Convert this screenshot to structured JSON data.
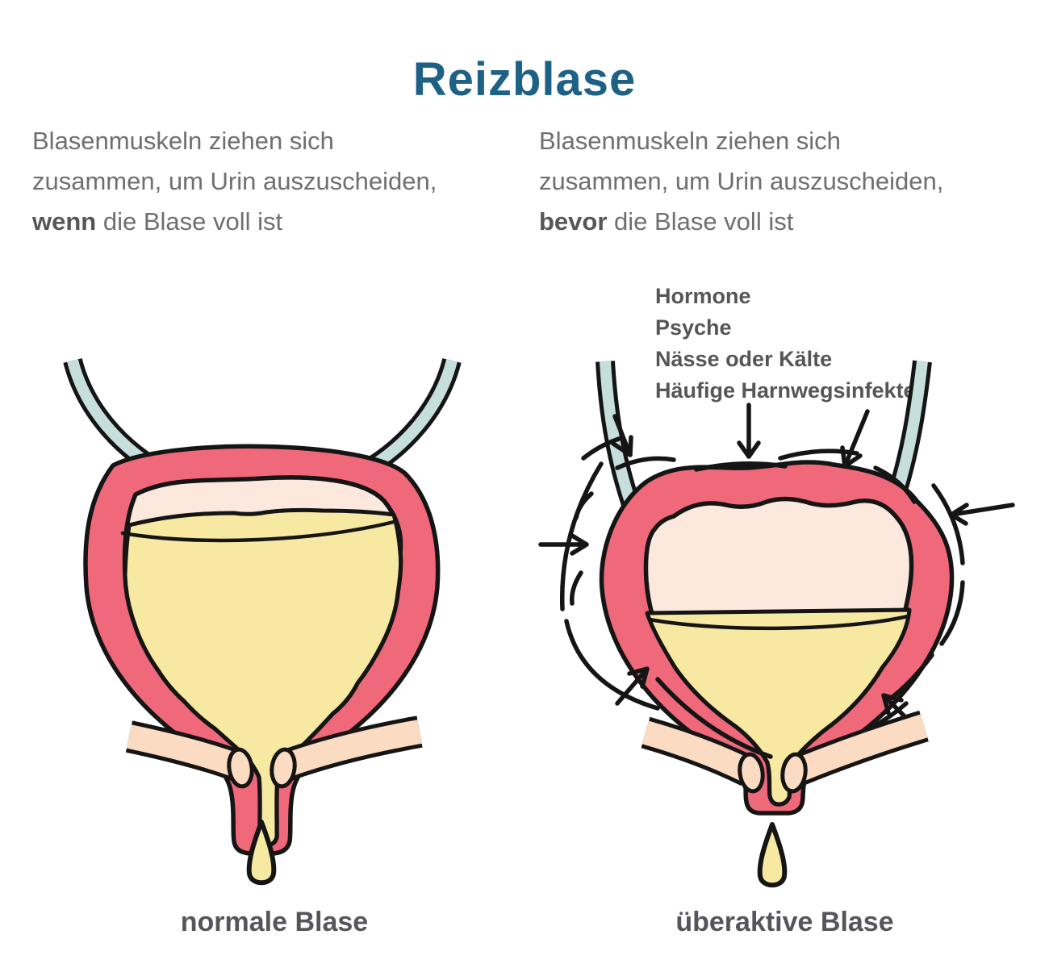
{
  "title": "Reizblase",
  "intro_left": {
    "line1": "Blasenmuskeln ziehen sich",
    "line2": "zusammen, um Urin auszuscheiden,",
    "emphasis": "wenn",
    "line3_rest": "die Blase voll ist"
  },
  "intro_right": {
    "line1": "Blasenmuskeln ziehen sich",
    "line2": "zusammen, um Urin auszuscheiden,",
    "emphasis": "bevor",
    "line3_rest": "die Blase voll ist"
  },
  "triggers": {
    "items": [
      "Hormone",
      "Psyche",
      "Nässe oder Kälte",
      "Häufige Harnwegsinfekte"
    ]
  },
  "captions": {
    "left": "normale Blase",
    "right": "überaktive Blase"
  },
  "colors": {
    "title": "#1d6187",
    "body_text": "#6f6f6f",
    "emphasis_text": "#565656",
    "caption_text": "#55565a",
    "outline": "#151515",
    "bladder_wall": "#f0697a",
    "urine": "#f8e9a2",
    "empty_space": "#fce8dd",
    "ureter": "#c6dfdd",
    "pelvic_floor": "#fbdcc2",
    "background": "#ffffff"
  }
}
